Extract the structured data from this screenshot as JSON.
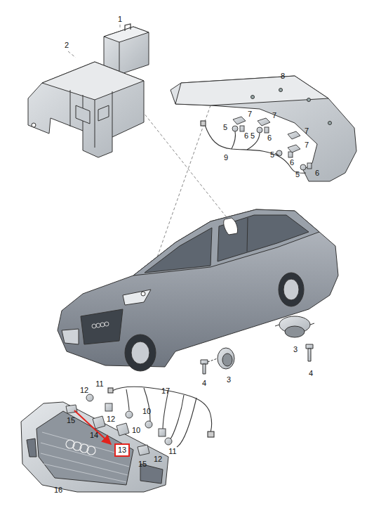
{
  "diagram": {
    "nodes": [
      {
        "text": [
          "13"
        ]
      }
    ],
    "labels": [
      "1",
      "2",
      "8",
      "7",
      "5",
      "6",
      "7",
      "5",
      "6",
      "7",
      "5",
      "6",
      "7",
      "5",
      "6",
      "9",
      "3",
      "4",
      "3",
      "4",
      "12",
      "11",
      "17",
      "15",
      "12",
      "10",
      "14",
      "10",
      "11",
      "12",
      "15",
      "16"
    ]
  }
}
